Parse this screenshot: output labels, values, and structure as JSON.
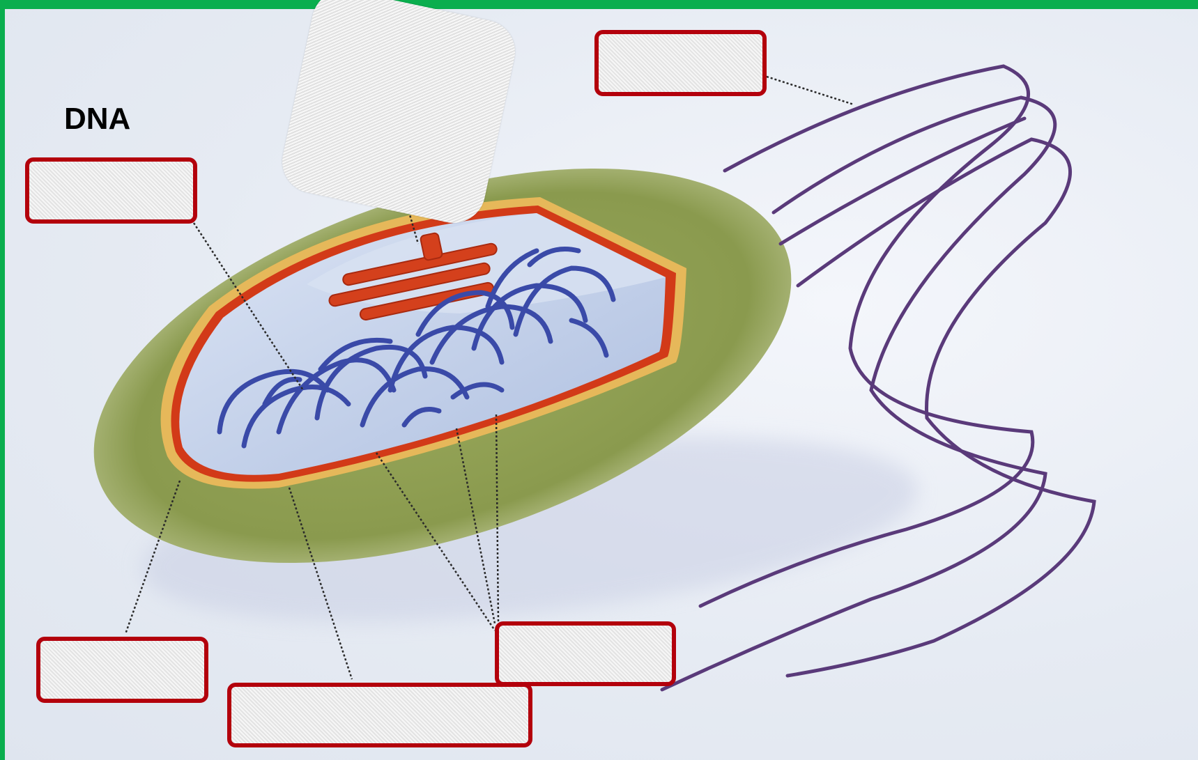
{
  "diagram": {
    "labels": {
      "dna": "DNA"
    },
    "colors": {
      "frame": "#0aae4e",
      "box_border": "#b3000c",
      "capsule": "#8a9a4e",
      "membrane": "#d23a18",
      "cell_wall_inner": "#e6b85a",
      "cytoplasm": "#c8d6ee",
      "dna_strands": "#3a4aa8",
      "ribosome_bars": "#d4401c",
      "flagella": "#5a3a7a"
    },
    "blank_label_boxes": 6,
    "icons": [
      "bacterium-illustration",
      "flagella",
      "leader-lines"
    ]
  }
}
